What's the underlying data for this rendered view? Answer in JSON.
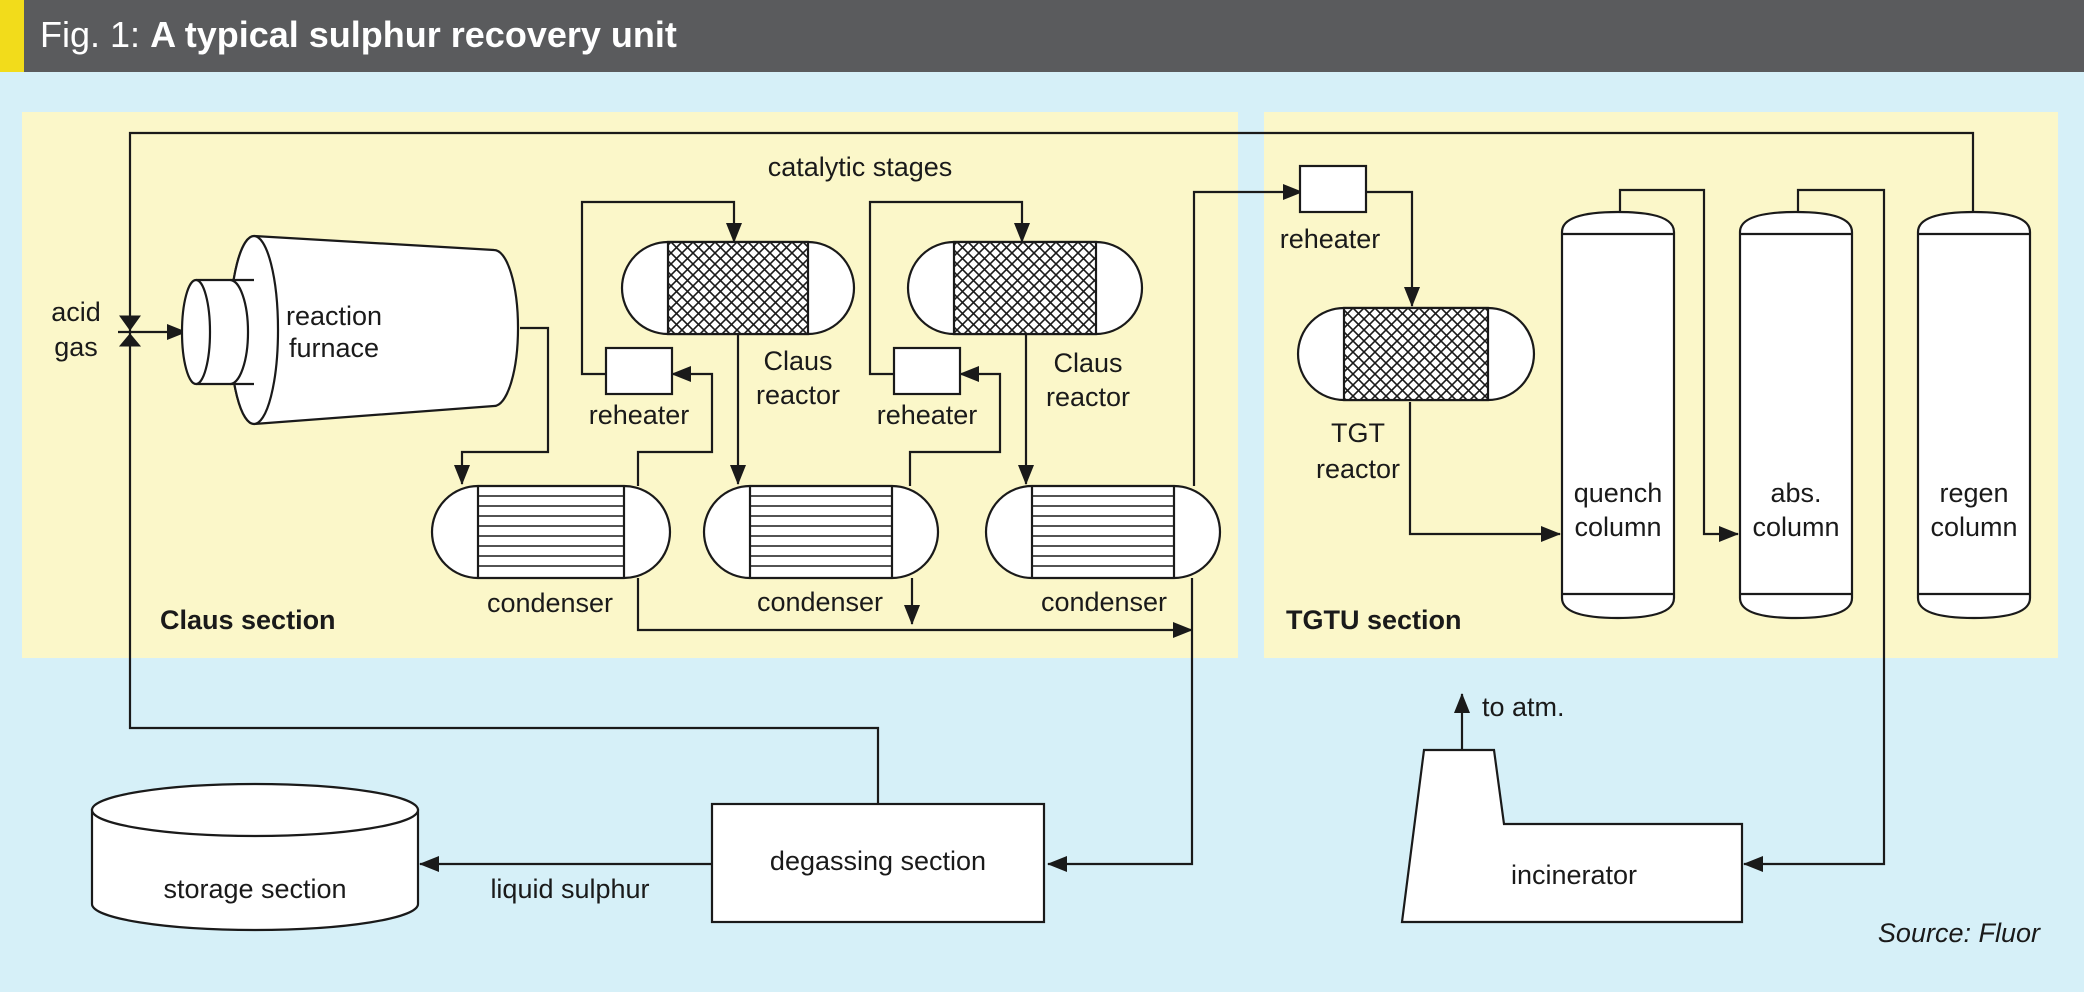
{
  "figure": {
    "title_prefix": "Fig. 1:",
    "title_main": "A typical sulphur recovery unit",
    "source": "Source: Fluor"
  },
  "colors": {
    "header_bg": "#5a5b5d",
    "accent": "#f2dc1b",
    "background": "#d6f0f8",
    "section_panel": "#fbf7c9",
    "line": "#1a1a1a"
  },
  "labels": {
    "acid_gas_1": "acid",
    "acid_gas_2": "gas",
    "furnace_1": "reaction",
    "furnace_2": "furnace",
    "catalytic_stages": "catalytic stages",
    "claus_reactor_1a": "Claus",
    "claus_reactor_1b": "reactor",
    "claus_reactor_2a": "Claus",
    "claus_reactor_2b": "reactor",
    "reheater_1": "reheater",
    "reheater_2": "reheater",
    "reheater_3": "reheater",
    "condenser_1": "condenser",
    "condenser_2": "condenser",
    "condenser_3": "condenser",
    "claus_section": "Claus section",
    "tgt_reactor_1": "TGT",
    "tgt_reactor_2": "reactor",
    "tgtu_section": "TGTU section",
    "quench_1": "quench",
    "quench_2": "column",
    "abs_1": "abs.",
    "abs_2": "column",
    "regen_1": "regen",
    "regen_2": "column",
    "to_atm": "to atm.",
    "storage": "storage section",
    "liquid_sulphur": "liquid sulphur",
    "degassing": "degassing section",
    "incinerator": "incinerator"
  }
}
